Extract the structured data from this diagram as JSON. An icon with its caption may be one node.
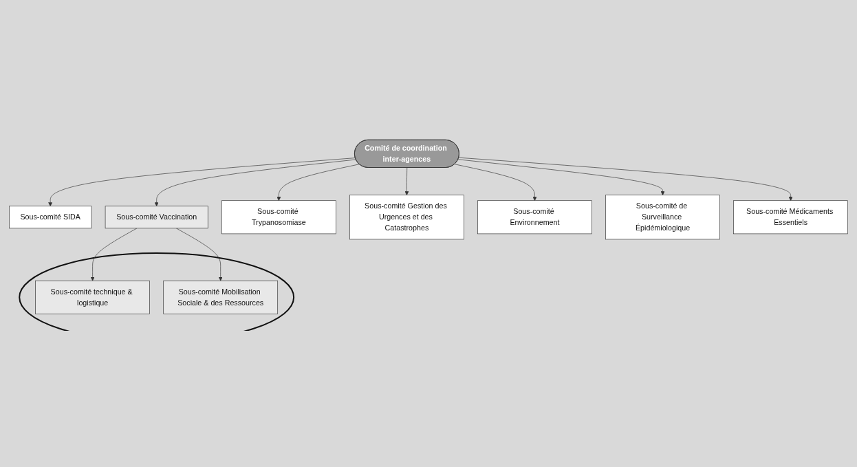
{
  "diagram": {
    "nodes": [
      {
        "text": [
          "Comité de coordination inter-agences"
        ]
      },
      {
        "text": [
          "Sous-comité SIDA"
        ]
      },
      {
        "text": [
          "Sous-comité Vaccination"
        ]
      },
      {
        "text": [
          "Sous-comité Trypanosomiase"
        ]
      },
      {
        "text": [
          "Sous-comité Gestion des Urgences et des Catastrophes"
        ]
      },
      {
        "text": [],
        "shape": "circle"
      },
      {
        "text": [
          "Sous-comité technique & logistique"
        ],
        "in": 5
      },
      {
        "text": [
          "Sous-comité Mobilisation Sociale & des Ressources"
        ],
        "in": 5
      },
      {
        "text": [
          "Sous-comité Environnement"
        ]
      },
      {
        "text": [
          "Sous-comité de Surveillance Épidémiologique"
        ]
      },
      {
        "text": [
          "Sous-comité Médicaments Essentiels"
        ]
      }
    ],
    "edges": [
      {
        "from": 0,
        "to": 1,
        "arrow": "to"
      },
      {
        "from": 0,
        "to": 4,
        "arrow": "to"
      },
      {
        "from": 0,
        "to": 9,
        "arrow": "to"
      },
      {
        "from": 0,
        "to": 2,
        "arrow": "to"
      },
      {
        "from": 0,
        "to": 10,
        "arrow": "to"
      },
      {
        "from": 0,
        "to": 8,
        "arrow": "to"
      },
      {
        "from": 0,
        "to": 3,
        "arrow": "to"
      },
      {
        "from": 2,
        "to": 6,
        "arrow": "to"
      },
      {
        "from": 2,
        "to": 7,
        "arrow": "to"
      }
    ]
  }
}
